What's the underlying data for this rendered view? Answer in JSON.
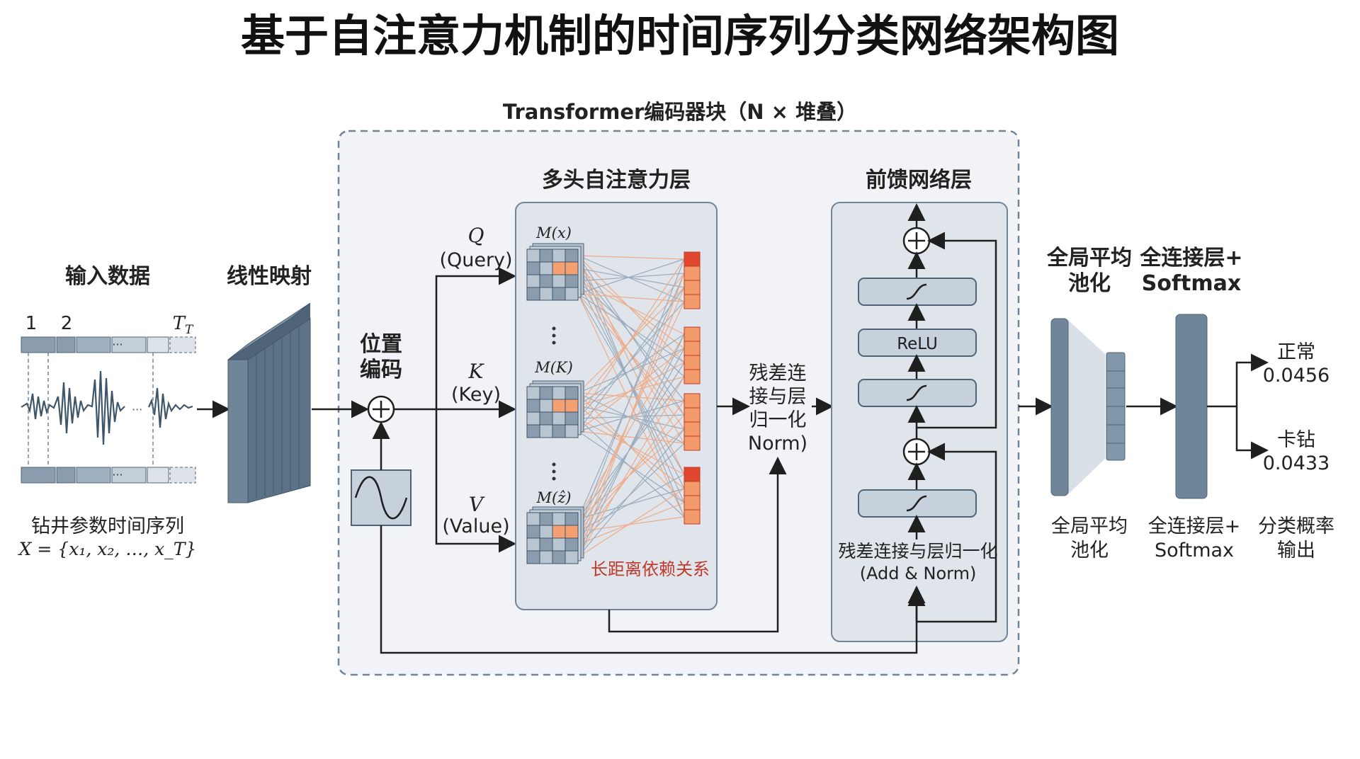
{
  "title": "基于自注意力机制的时间序列分类网络架构图",
  "encoder_title": "Transformer编码器块（N × 堆叠）",
  "input": {
    "heading": "输入数据",
    "ticks": [
      "1",
      "2",
      "T_T"
    ],
    "caption_line1": "钻井参数时间序列",
    "caption_line2": "X = {x₁, x₂, …, x_T}"
  },
  "linear": {
    "heading": "线性映射"
  },
  "posenc": {
    "heading_line1": "位置",
    "heading_line2": "编码"
  },
  "attention": {
    "heading": "多头自注意力层",
    "q_symbol": "Q",
    "q_label": "(Query)",
    "k_symbol": "K",
    "k_label": "(Key)",
    "v_symbol": "V",
    "v_label": "(Value)",
    "m1": "M(x)",
    "m2": "M(K)",
    "m3": "M(ẑ)",
    "long_range": "长距离依赖关系"
  },
  "addnorm1": {
    "lines": [
      "残差连",
      "接与层",
      "归一化",
      "Norm)"
    ]
  },
  "ffn": {
    "heading": "前馈网络层",
    "relu": "ReLU",
    "addnorm_line1": "残差连接与层归一化",
    "addnorm_line2": "(Add & Norm)"
  },
  "pooling": {
    "heading_line1": "全局平均",
    "heading_line2": "池化",
    "caption_line1": "全局平均",
    "caption_line2": "池化"
  },
  "fc": {
    "heading_line1": "全连接层+",
    "heading_line2": "Softmax",
    "caption_line1": "全连接层+",
    "caption_line2": "Softmax"
  },
  "outputs": [
    {
      "label": "正常",
      "prob": "0.0456"
    },
    {
      "label": "卡钻",
      "prob": "0.0433"
    }
  ],
  "output_caption_line1": "分类概率",
  "output_caption_line2": "输出",
  "colors": {
    "block_fill": "#c7d1db",
    "block_stroke": "#5f7486",
    "dark_block": "#6f8599",
    "container_fill": "#f1f3f6",
    "accent_orange": "#f4a070",
    "accent_red": "#e0462c",
    "long_range_text": "#c0392b"
  }
}
